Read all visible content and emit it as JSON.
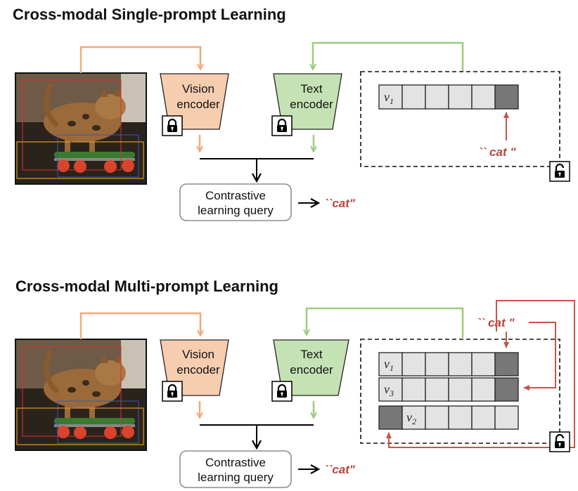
{
  "panels": [
    {
      "title": "Cross-modal Single-prompt Learning",
      "vision_label_1": "Vision",
      "vision_label_2": "encoder",
      "text_label_1": "Text",
      "text_label_2": "encoder",
      "query_label_1": "Contrastive",
      "query_label_2": "learning query",
      "output_label": "``cat\"",
      "class_label": "`` cat \"",
      "prompts": [
        {
          "symbol": "v",
          "subscript": "1"
        }
      ]
    },
    {
      "title": "Cross-modal Multi-prompt Learning",
      "vision_label_1": "Vision",
      "vision_label_2": "encoder",
      "text_label_1": "Text",
      "text_label_2": "encoder",
      "query_label_1": "Contrastive",
      "query_label_2": "learning query",
      "output_label": "``cat\"",
      "class_label": "`` cat \"",
      "prompts": [
        {
          "symbol": "v",
          "subscript": "1"
        },
        {
          "symbol": "v",
          "subscript": "3"
        },
        {
          "symbol": "v",
          "subscript": "2"
        }
      ]
    }
  ],
  "icons": {
    "frozen": "lock-icon",
    "learnable": "unlock-icon",
    "image": "cat-skateboard-photo"
  },
  "colors": {
    "vision": "#f7cdb0",
    "vision_arrow": "#f2a97c",
    "text": "#c5e2b5",
    "text_arrow": "#9ccc7e",
    "class_arrow": "#c2574a",
    "token": "#e3e3e3",
    "class_token": "#777777"
  }
}
